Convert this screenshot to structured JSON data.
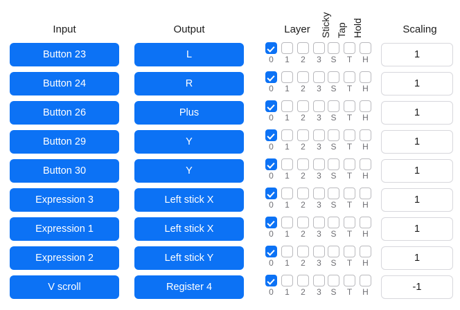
{
  "columns": {
    "input_label": "Input",
    "output_label": "Output",
    "layer_label": "Layer",
    "scaling_label": "Scaling",
    "mode_labels": {
      "sticky": "Sticky",
      "tap": "Tap",
      "hold": "Hold"
    }
  },
  "layer_labels": [
    "0",
    "1",
    "2",
    "3"
  ],
  "mode_short_labels": [
    "S",
    "T",
    "H"
  ],
  "colors": {
    "accent": "#0c72f5",
    "pill_text": "#ffffff",
    "checkbox_border": "#b9b9bd",
    "field_border": "#d7d7dc",
    "label_text": "#6e6e73",
    "heading_text": "#1b1b1b"
  },
  "rows": [
    {
      "input": "Button 23",
      "output": "L",
      "layers": [
        true,
        false,
        false,
        false
      ],
      "modes": [
        false,
        false,
        false
      ],
      "scaling": "1"
    },
    {
      "input": "Button 24",
      "output": "R",
      "layers": [
        true,
        false,
        false,
        false
      ],
      "modes": [
        false,
        false,
        false
      ],
      "scaling": "1"
    },
    {
      "input": "Button 26",
      "output": "Plus",
      "layers": [
        true,
        false,
        false,
        false
      ],
      "modes": [
        false,
        false,
        false
      ],
      "scaling": "1"
    },
    {
      "input": "Button 29",
      "output": "Y",
      "layers": [
        true,
        false,
        false,
        false
      ],
      "modes": [
        false,
        false,
        false
      ],
      "scaling": "1"
    },
    {
      "input": "Button 30",
      "output": "Y",
      "layers": [
        true,
        false,
        false,
        false
      ],
      "modes": [
        false,
        false,
        false
      ],
      "scaling": "1"
    },
    {
      "input": "Expression 3",
      "output": "Left stick X",
      "layers": [
        true,
        false,
        false,
        false
      ],
      "modes": [
        false,
        false,
        false
      ],
      "scaling": "1"
    },
    {
      "input": "Expression 1",
      "output": "Left stick X",
      "layers": [
        true,
        false,
        false,
        false
      ],
      "modes": [
        false,
        false,
        false
      ],
      "scaling": "1"
    },
    {
      "input": "Expression 2",
      "output": "Left stick Y",
      "layers": [
        true,
        false,
        false,
        false
      ],
      "modes": [
        false,
        false,
        false
      ],
      "scaling": "1"
    },
    {
      "input": "V scroll",
      "output": "Register 4",
      "layers": [
        true,
        false,
        false,
        false
      ],
      "modes": [
        false,
        false,
        false
      ],
      "scaling": "-1"
    }
  ]
}
